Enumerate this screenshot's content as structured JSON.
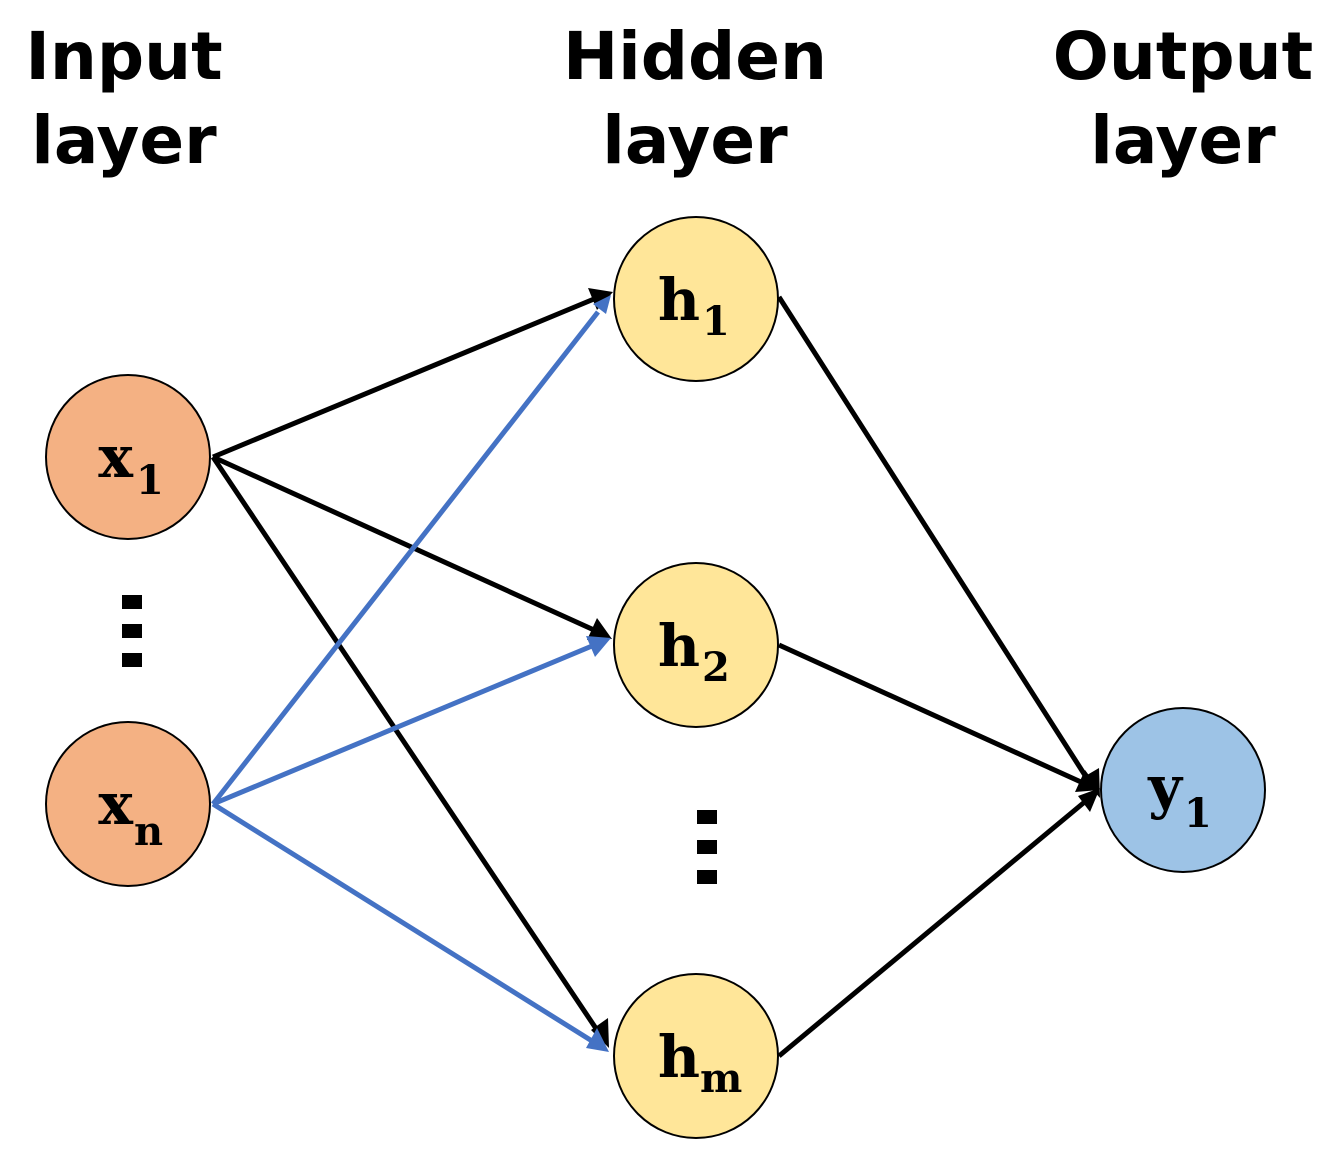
{
  "layers": {
    "input": {
      "line1": "Input",
      "line2": "layer"
    },
    "hidden": {
      "line1": "Hidden",
      "line2": "layer"
    },
    "output": {
      "line1": "Output",
      "line2": "layer"
    }
  },
  "nodes": {
    "x1": {
      "main": "x",
      "sub": "1"
    },
    "xn": {
      "main": "x",
      "sub": "n"
    },
    "h1": {
      "main": "h",
      "sub": "1"
    },
    "h2": {
      "main": "h",
      "sub": "2"
    },
    "hm": {
      "main": "h",
      "sub": "m"
    },
    "y1": {
      "main": "y",
      "sub": "1"
    }
  },
  "colors": {
    "input_fill": "#f4b183",
    "hidden_fill": "#ffe699",
    "output_fill": "#9dc3e6",
    "node_stroke": "#000000",
    "edge_black": "#000000",
    "edge_blue": "#4472c4"
  }
}
